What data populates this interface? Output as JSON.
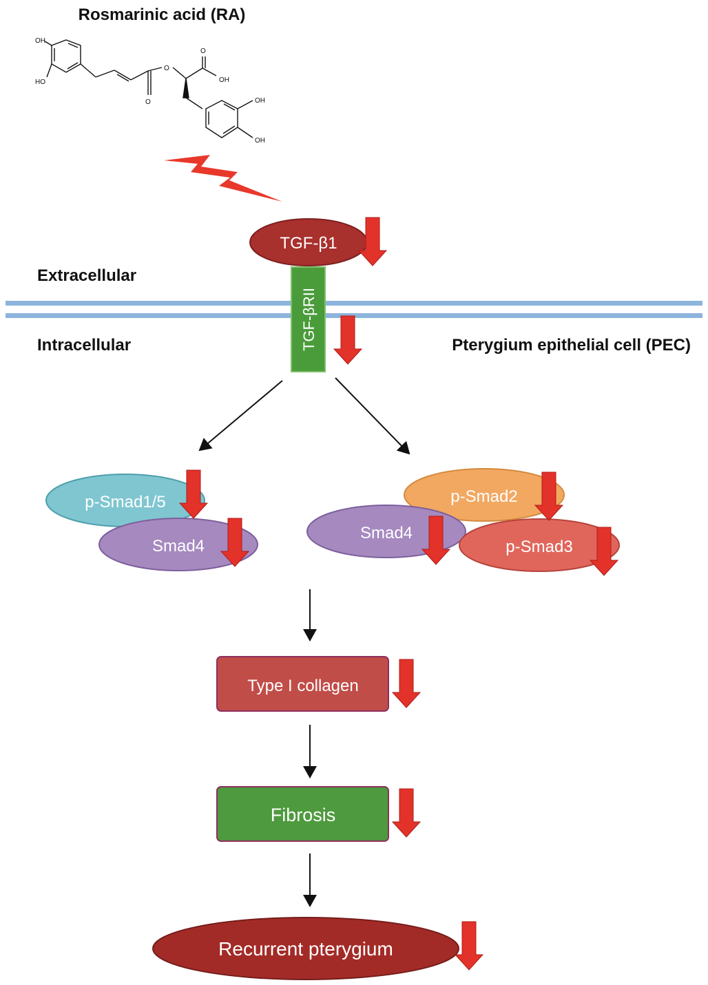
{
  "compound": {
    "title": "Rosmarinic acid (RA)",
    "atoms": {
      "oh_top_left": "OH",
      "ho_left": "HO",
      "oh_acid": "OH",
      "ho_ring_top": "OH",
      "ho_ring_bottom": "OH",
      "o_carbonyl1": "O",
      "o_ester": "O",
      "o_carbonyl2": "O"
    }
  },
  "regions": {
    "extracellular": "Extracellular",
    "intracellular": "Intracellular",
    "cell": "Pterygium epithelial cell (PEC)"
  },
  "nodes": {
    "tgf_b1": "TGF-β1",
    "receptor": "TGF-βRII",
    "psmad15": "p-Smad1/5",
    "smad4_left": "Smad4",
    "psmad2": "p-Smad2",
    "smad4_right": "Smad4",
    "psmad3": "p-Smad3",
    "collagen": "Type I collagen",
    "fibrosis": "Fibrosis",
    "recurrent": "Recurrent pterygium"
  },
  "colors": {
    "tgf": "#a8302d",
    "receptor": "#4a9c3a",
    "membrane": "#8db4dc",
    "psmad15": "#7fc6d1",
    "smad4": "#a589bf",
    "psmad2": "#f2a861",
    "psmad3": "#e0665c",
    "collagen": "#c14d48",
    "fibrosis": "#4e9a3e",
    "recurrent": "#a32b27",
    "down_arrow": "#e2322a",
    "bolt": "#e8382b"
  }
}
